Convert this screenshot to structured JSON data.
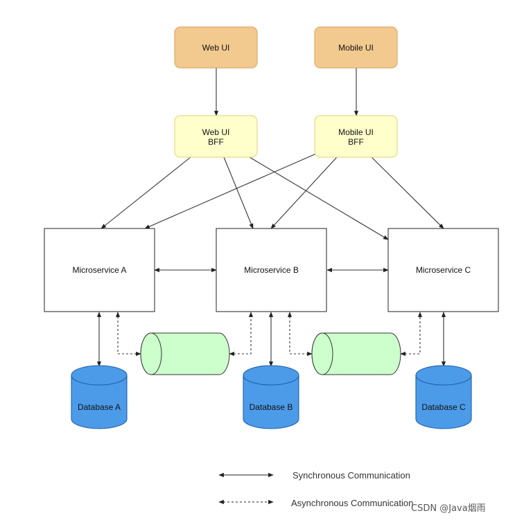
{
  "nodes": {
    "web_ui": "Web UI",
    "mobile_ui": "Mobile UI",
    "web_bff": [
      "Web UI",
      "BFF"
    ],
    "mobile_bff": [
      "Mobile UI",
      "BFF"
    ],
    "ms_a": "Microservice A",
    "ms_b": "Microservice B",
    "ms_c": "Microservice C",
    "db_a": "Database A",
    "db_b": "Database B",
    "db_c": "Database C"
  },
  "legend": {
    "sync": "Synchronous Communication",
    "async": "Asynchronous Communication"
  },
  "watermark": "CSDN @Java烟雨",
  "colors": {
    "ui_fill": "#f2c98e",
    "ui_stroke": "#e0a96a",
    "bff_fill": "#ffffcc",
    "bff_stroke": "#e4d98a",
    "queue_fill": "#ccffcc",
    "db_fill": "#4c9be8",
    "db_stroke": "#1e5fa8",
    "line": "#333333"
  }
}
